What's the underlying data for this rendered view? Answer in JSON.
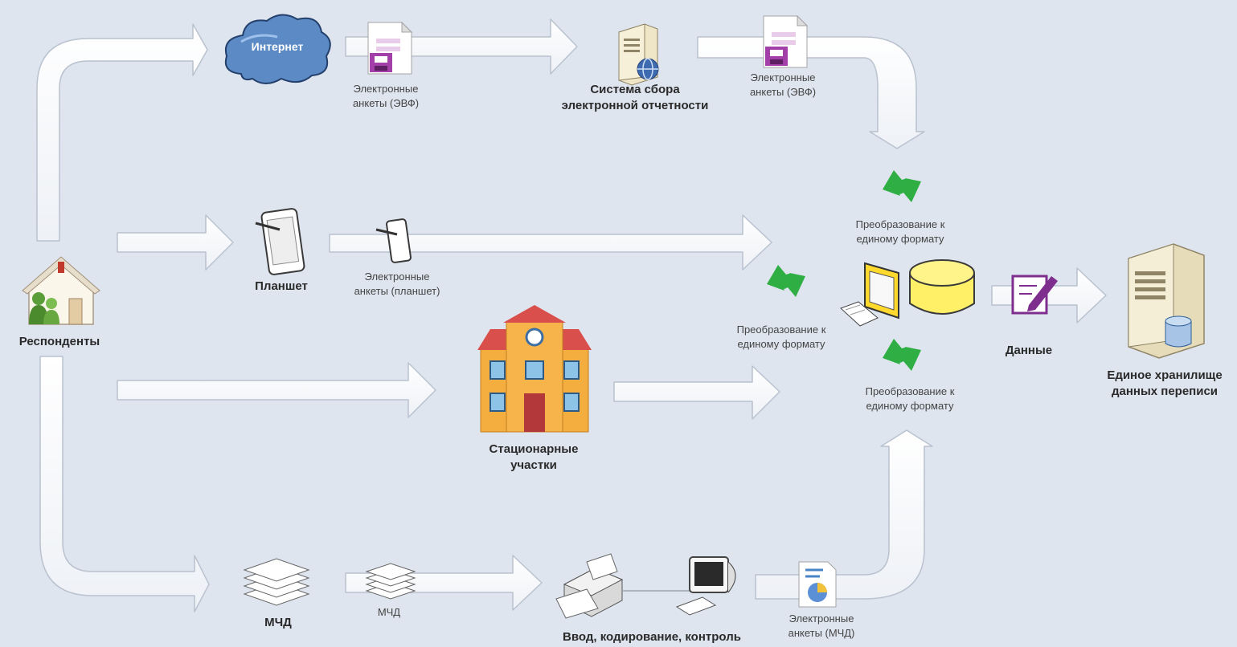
{
  "nodes": {
    "respondents": "Респонденты",
    "internet": "Интернет",
    "tablet": "Планшет",
    "stations_line1": "Стационарные",
    "stations_line2": "участки",
    "mchd_source": "МЧД",
    "mchd_copy": "МЧД",
    "collection_line1": "Система сбора",
    "collection_line2": "электронной отчетности",
    "entry": "Ввод, кодирование, контроль",
    "data": "Данные",
    "warehouse_line1": "Единое хранилище",
    "warehouse_line2": "данных переписи"
  },
  "edge_labels": {
    "evf_1_line1": "Электронные",
    "evf_1_line2": "анкеты (ЭВФ)",
    "evf_2_line1": "Электронные",
    "evf_2_line2": "анкеты (ЭВФ)",
    "tablet_line1": "Электронные",
    "tablet_line2": "анкеты (планшет)",
    "mchd_line1": "Электронные",
    "mchd_line2": "анкеты (МЧД)"
  },
  "conversion": {
    "top_line1": "Преобразование к",
    "top_line2": "единому формату",
    "mid_line1": "Преобразование к",
    "mid_line2": "единому формату",
    "bottom_line1": "Преобразование к",
    "bottom_line2": "единому формату"
  },
  "colors": {
    "background": "#dfe5ef",
    "arrow_fill": "#ffffff",
    "arrow_stroke": "#b9c2cf",
    "sync_green": "#2fae44",
    "database_yellow": "#fff068",
    "building_orange": "#f2a93b",
    "cloud_blue": "#3d6fa7"
  }
}
